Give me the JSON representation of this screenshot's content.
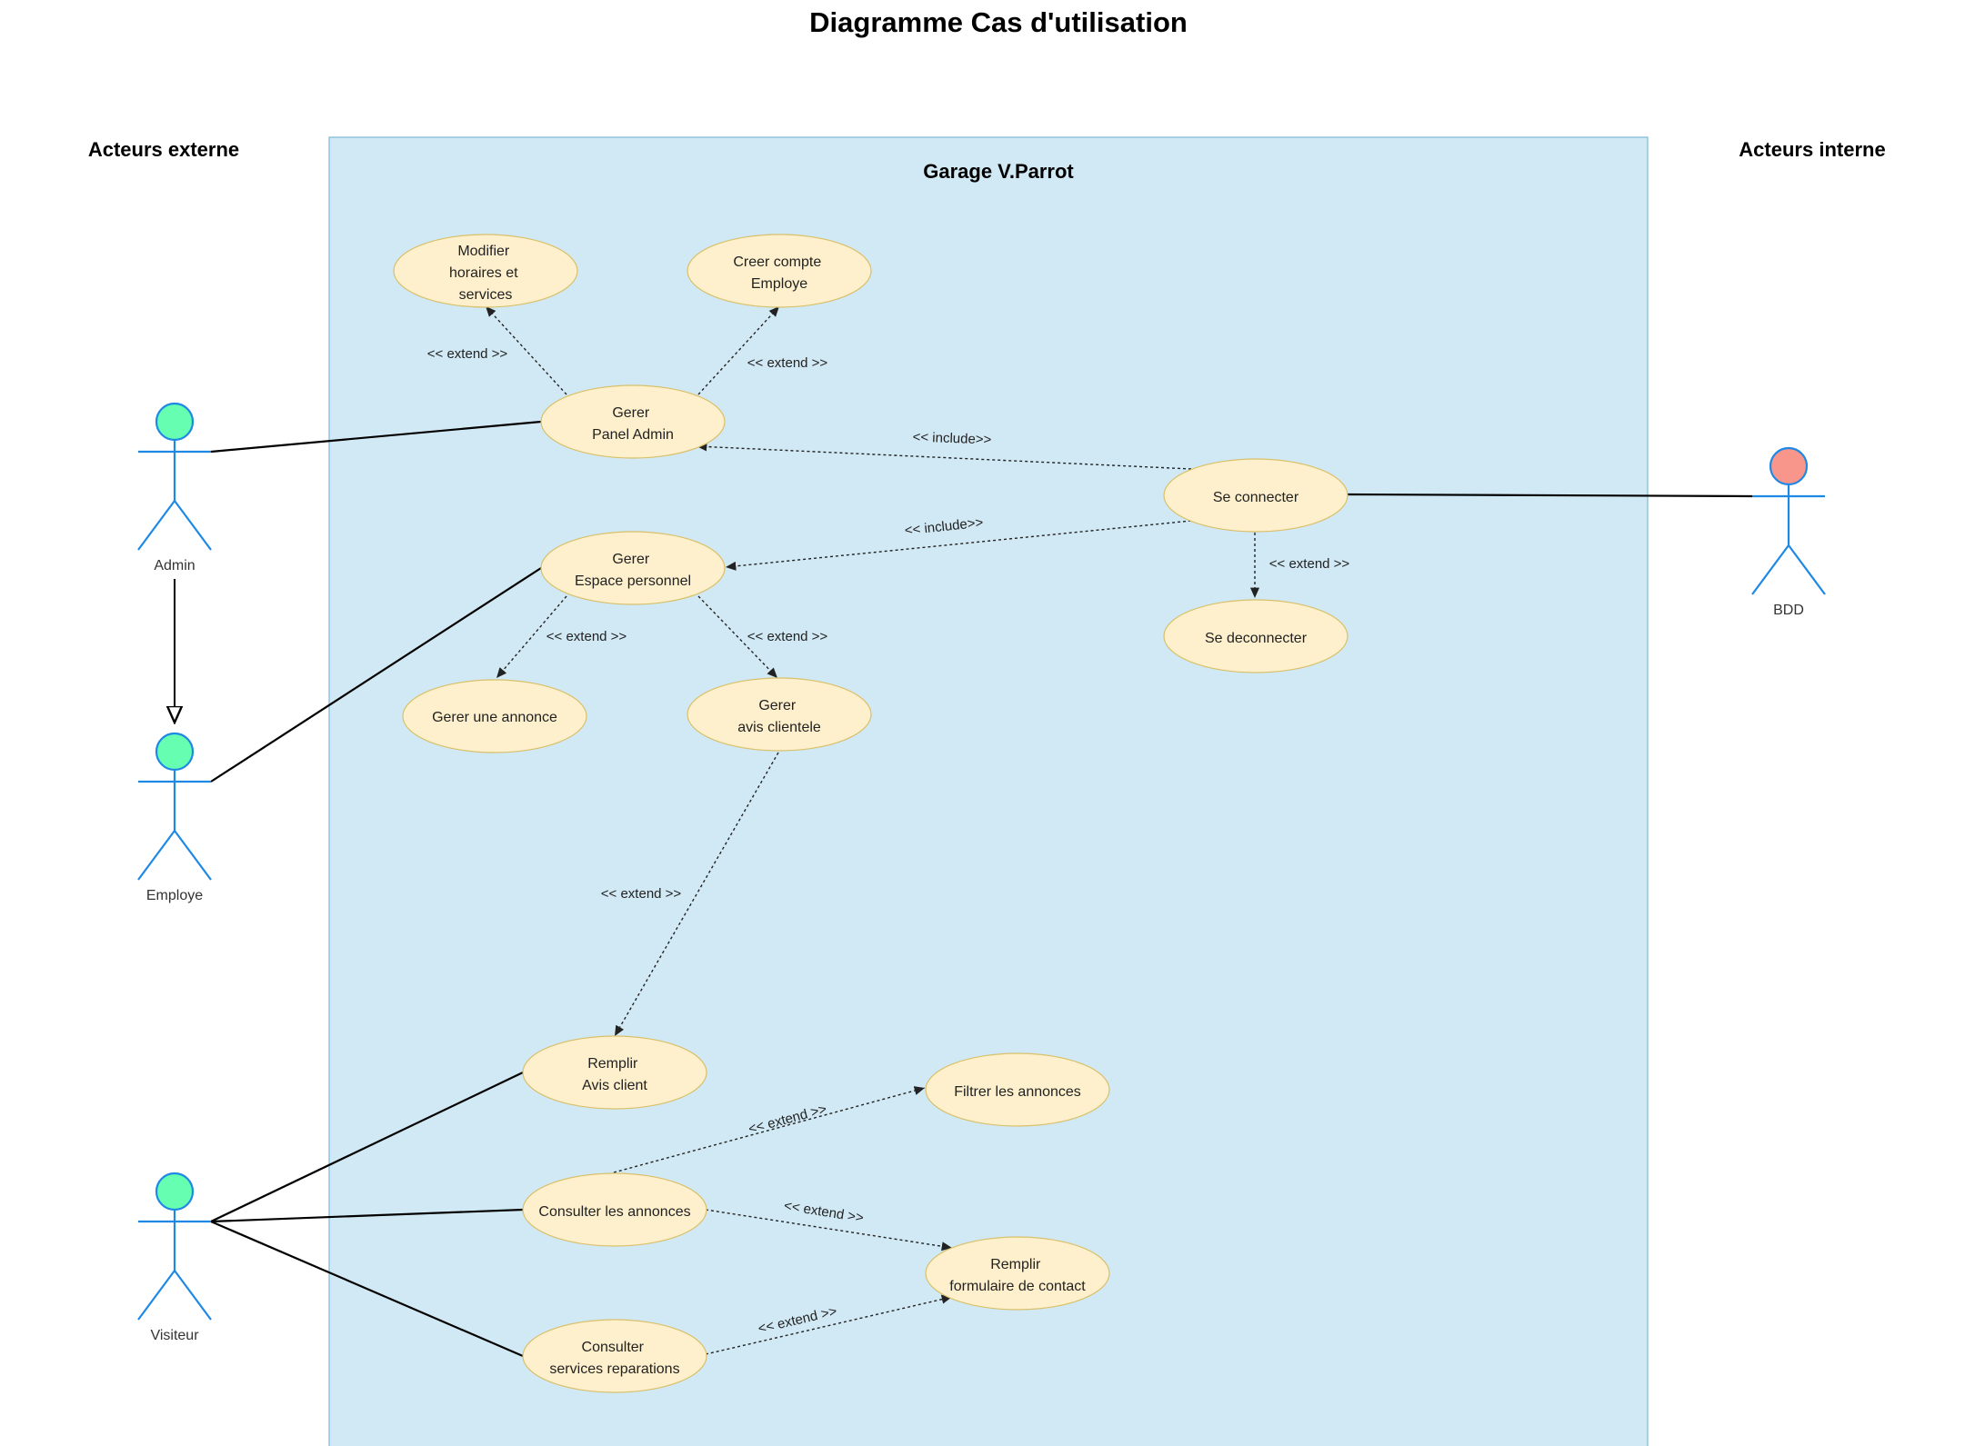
{
  "title": "Diagramme Cas d'utilisation",
  "system": {
    "name": "Garage V.Parrot",
    "fill": "#d1e9f4",
    "stroke": "#7eb9d6"
  },
  "groups": {
    "external": "Acteurs externe",
    "internal": "Acteurs interne"
  },
  "colors": {
    "use_case_fill": "#fef0cc",
    "use_case_stroke": "#d9c06a",
    "actor_line": "#1e88e5",
    "actor_head_external": "#66ffb2",
    "actor_head_internal": "#f8968c"
  },
  "actors": {
    "admin": "Admin",
    "employe": "Employe",
    "visiteur": "Visiteur",
    "bdd": "BDD"
  },
  "use_cases": {
    "modifier_horaires": [
      "Modifier",
      "horaires et",
      "services"
    ],
    "creer_compte": [
      "Creer compte",
      "Employe"
    ],
    "gerer_panel": [
      "Gerer",
      "Panel Admin"
    ],
    "se_connecter": [
      "Se connecter"
    ],
    "gerer_espace": [
      "Gerer",
      "Espace personnel"
    ],
    "se_deconnecter": [
      "Se deconnecter"
    ],
    "gerer_annonce": [
      "Gerer une annonce"
    ],
    "gerer_avis": [
      "Gerer",
      "avis clientele"
    ],
    "remplir_avis": [
      "Remplir",
      "Avis client"
    ],
    "filtrer_annonces": [
      "Filtrer les annonces"
    ],
    "consulter_annonces": [
      "Consulter les annonces"
    ],
    "remplir_formulaire": [
      "Remplir",
      "formulaire de contact"
    ],
    "consulter_services": [
      "Consulter",
      "services reparations"
    ]
  },
  "relations": {
    "extend": "<< extend >>",
    "include": "<< include>>"
  }
}
